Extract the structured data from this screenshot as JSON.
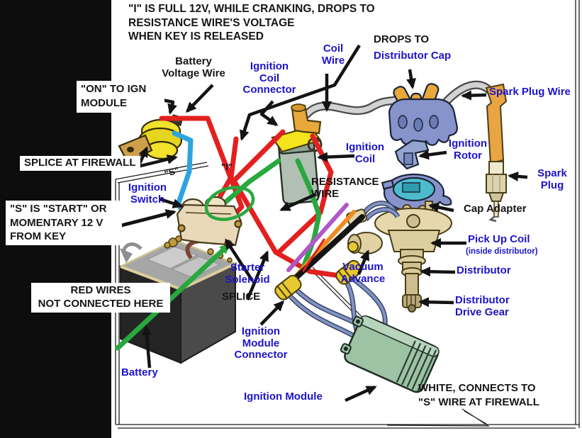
{
  "colors": {
    "label_blue": "#1d14c9",
    "label_black": "#161616",
    "wire_red": "#e32020",
    "wire_blue": "#2da4e0",
    "wire_green": "#28a83f",
    "wire_purple": "#b058c8",
    "wire_orange": "#ef8c20",
    "wire_black": "#151515",
    "wire_brown": "#7a4636",
    "spark_wire_gray": "#d2d2d2",
    "component_beige": "#e6d8ac",
    "cap_blue": "#8793cb",
    "switch_yellow": "#f2e22c",
    "module_green": "#9dc2a4"
  },
  "notes": {
    "top_note": "\"I\" IS FULL 12V, WHILE CRANKING, DROPS TO\nRESISTANCE WIRE'S VOLTAGE\nWHEN KEY IS RELEASED",
    "on_to_ign": "\"ON\" TO IGN\nMODULE",
    "splice_at_firewall": "SPLICE AT FIREWALL",
    "s_is_start": "\"S\" IS \"START\" OR\nMOMENTARY 12 V\nFROM KEY",
    "red_wires": "RED WIRES\nNOT CONNECTED HERE",
    "white_connects": "WHITE, CONNECTS TO\n\"S\" WIRE AT FIREWALL",
    "drops_to": "DROPS TO",
    "resistance_wire": "RESISTANCE\nWIRE",
    "splice": "SPLICE",
    "s_tag": "\"S\"",
    "i_tag": "\"I\""
  },
  "labels": {
    "battery_voltage_wire": "Battery\nVoltage Wire",
    "ignition_coil_connector": "Ignition\nCoil\nConnector",
    "coil_wire": "Coil\nWire",
    "distributor_cap": "Distributor Cap",
    "spark_plug_wire": "Spark Plug Wire",
    "ignition_switch": "Ignition\nSwitch",
    "ignition_coil": "Ignition\nCoil",
    "ignition_rotor": "Ignition\nRotor",
    "spark_plug": "Spark\nPlug",
    "cap_adapter": "Cap Adapter",
    "pick_up_coil": "Pick Up Coil",
    "pick_up_coil_sub": "(inside distributor)",
    "distributor": "Distributor",
    "vacuum_advance": "Vacuum\nAdvance",
    "starter_solenoid": "Starter\nSolenoid",
    "distributor_drive_gear": "Distributor\nDrive Gear",
    "ignition_module_connector": "Ignition\nModule\nConnector",
    "battery": "Battery",
    "ignition_module": "Ignition Module"
  }
}
